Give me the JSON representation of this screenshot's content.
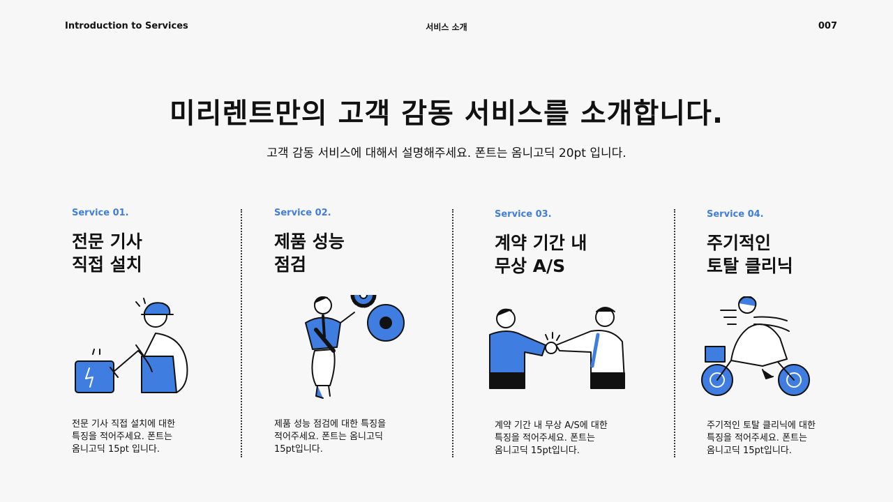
{
  "header": {
    "left": "Introduction to Services",
    "center": "서비스 소개",
    "page_number": "007"
  },
  "title": "미리렌트만의 고객 감동 서비스를 소개합니다.",
  "subtitle": "고객 감동 서비스에 대해서 설명해주세요. 폰트는 옴니고딕 20pt 입니다.",
  "colors": {
    "accent": "#3f7de0",
    "ink": "#111111",
    "background": "#f7f7f7"
  },
  "services": [
    {
      "tag": "Service 01.",
      "title": "전문 기사\n직접 설치",
      "description": "전문 기사 직접 설치에 대한\n특징을 적어주세요. 폰트는\n옴니고딕 15pt 입니다.",
      "illustration": "installer-with-wrench-icon"
    },
    {
      "tag": "Service 02.",
      "title": "제품 성능\n점검",
      "description": "제품 성능 점검에 대한 특징을\n적어주세요. 폰트는 옴니고딕\n15pt입니다.",
      "illustration": "gears-inspection-icon"
    },
    {
      "tag": "Service 03.",
      "title": "계약 기간 내\n무상 A/S",
      "description": "계약 기간 내 무상 A/S에 대한\n특징을 적어주세요. 폰트는\n옴니고딕 15pt입니다.",
      "illustration": "handshake-icon"
    },
    {
      "tag": "Service 04.",
      "title": "주기적인\n토탈 클리닉",
      "description": "주기적인 토탈 클리닉에 대한\n특징을 적어주세요. 폰트는\n옴니고딕 15pt입니다.",
      "illustration": "delivery-bike-icon"
    }
  ]
}
